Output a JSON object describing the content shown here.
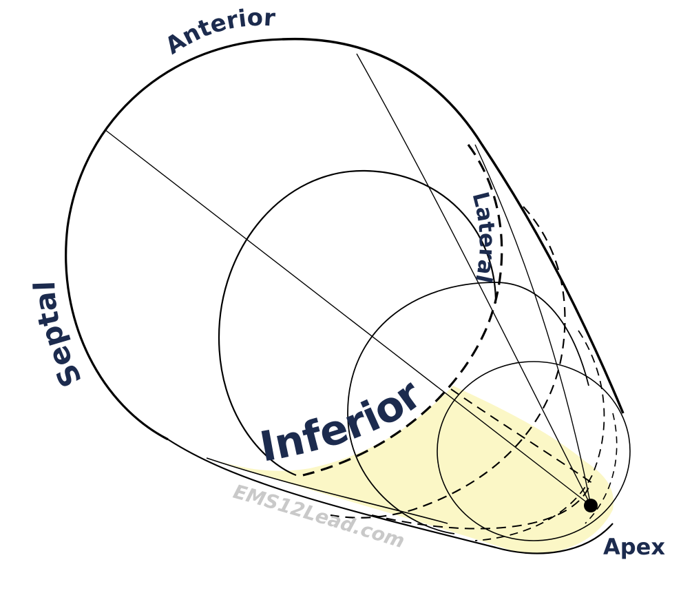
{
  "diagram": {
    "labels": {
      "anterior": "Anterior",
      "lateral": "Lateral",
      "septal": "Septal",
      "inferior": "Inferior",
      "apex": "Apex",
      "watermark": "EMS12Lead.com"
    },
    "colors": {
      "label_navy": "#1c2b4e",
      "inferior_fill": "#fbf7c6",
      "outline": "#000000",
      "watermark": "#c4c4c4"
    }
  }
}
